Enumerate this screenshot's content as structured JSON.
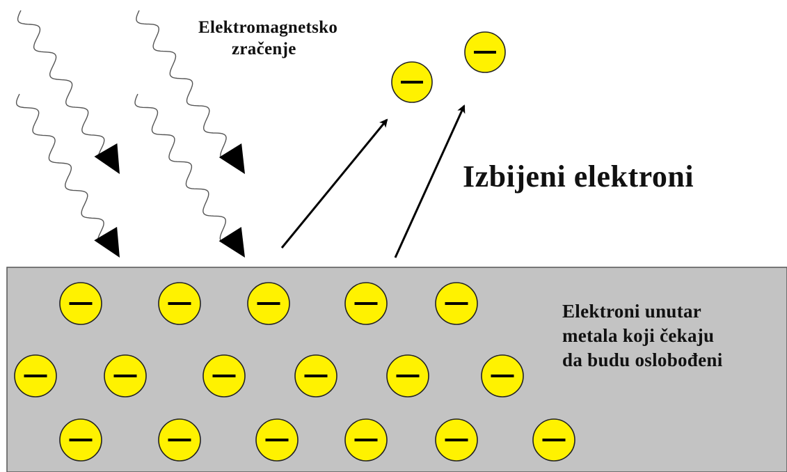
{
  "labels": {
    "radiation_line1": "Elektromagnetsko",
    "radiation_line2": "zračenje",
    "ejected": "Izbijeni elektroni",
    "inside_line1": "Elektroni unutar",
    "inside_line2": "metala koji čekaju",
    "inside_line3": "da budu oslobođeni"
  },
  "colors": {
    "metal": "#c3c3c3",
    "metal_border": "#555555",
    "electron_fill": "#fff200",
    "electron_stroke": "#222222",
    "wave": "#555555",
    "arrow": "#000000"
  },
  "counts": {
    "incoming_waves": 4,
    "ejected_electrons": 2,
    "electrons_in_metal": 17
  },
  "electron_charge_symbol": "−"
}
